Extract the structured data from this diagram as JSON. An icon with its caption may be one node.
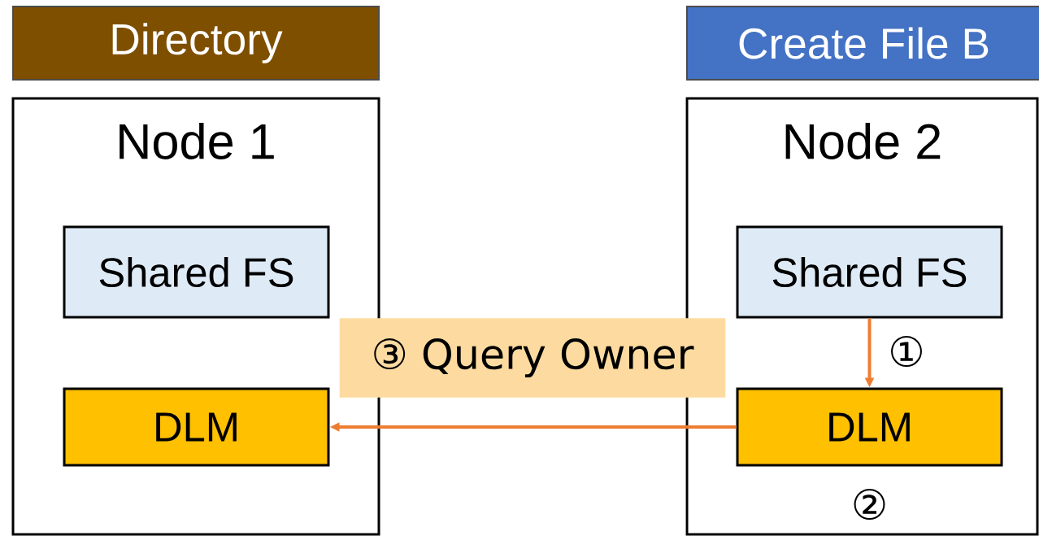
{
  "diagram": {
    "nodes": [
      {
        "text": [
          "Directory"
        ]
      },
      {
        "text": [
          "Node 1"
        ]
      },
      {
        "text": [
          "Shared FS"
        ],
        "in": 1
      },
      {
        "text": [
          "DLM"
        ],
        "in": 1
      },
      {
        "text": [
          "Create File B"
        ]
      },
      {
        "text": [
          "Node 2"
        ]
      },
      {
        "text": [
          "Shared FS"
        ],
        "in": 5
      },
      {
        "text": [
          "DLM"
        ],
        "in": 5,
        "beside": [
          "②"
        ]
      }
    ],
    "edges": [
      {
        "from": 6,
        "to": 7,
        "arrow": "to",
        "label": "①"
      },
      {
        "from": 7,
        "to": 3,
        "arrow": "to",
        "label": "③ Query Owner"
      }
    ]
  }
}
